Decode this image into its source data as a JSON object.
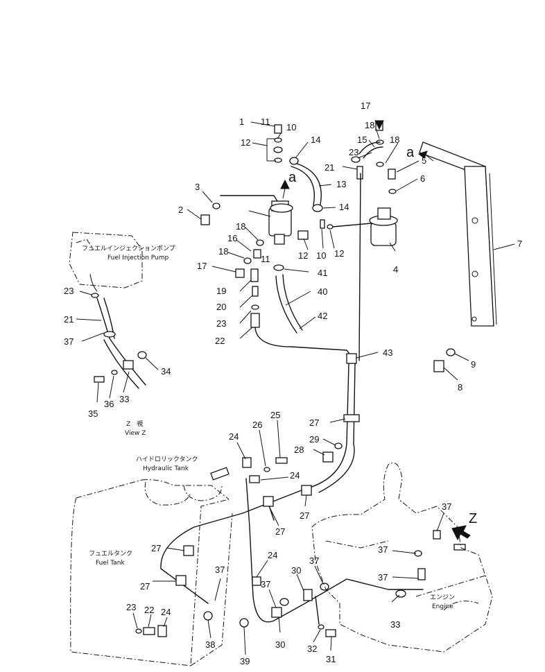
{
  "labels": {
    "fuel_injection_pump_jp": "フュエルインジェクションポンプ",
    "fuel_injection_pump_en": "Fuel Injection Pump",
    "view_z_jp": "Z　視",
    "view_z_en": "View Z",
    "hydraulic_tank_jp": "ハイドロリックタンク",
    "hydraulic_tank_en": "Hydraulic Tank",
    "fuel_tank_jp": "フュエルタンク",
    "fuel_tank_en": "Fuel Tank",
    "engine_jp": "エンジン",
    "engine_en": "Engine",
    "letter_a": "a",
    "letter_z": "Z"
  },
  "callouts": [
    "1",
    "2",
    "3",
    "4",
    "5",
    "6",
    "7",
    "8",
    "9",
    "10",
    "10",
    "11",
    "11",
    "12",
    "12",
    "12",
    "13",
    "14",
    "14",
    "15",
    "16",
    "17",
    "17",
    "18",
    "18",
    "18",
    "18",
    "19",
    "20",
    "21",
    "21",
    "22",
    "22",
    "23",
    "23",
    "23",
    "23",
    "24",
    "24",
    "24",
    "24",
    "25",
    "26",
    "27",
    "27",
    "27",
    "27",
    "27",
    "28",
    "29",
    "30",
    "30",
    "31",
    "32",
    "33",
    "33",
    "34",
    "35",
    "36",
    "37",
    "37",
    "37",
    "37",
    "37",
    "37",
    "37",
    "38",
    "39",
    "40",
    "41",
    "42",
    "43"
  ]
}
